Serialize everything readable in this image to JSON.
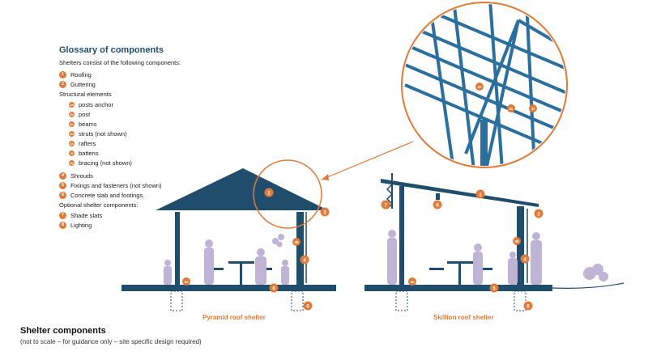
{
  "glossary": {
    "title": "Glossary of components",
    "intro": "Shelters consist of the following components:",
    "items_top": [
      {
        "num": "1",
        "label": "Roofing"
      },
      {
        "num": "2",
        "label": "Guttering"
      }
    ],
    "structural_heading": "Structural elements",
    "structural": [
      {
        "num": "3a",
        "label": "posts anchor"
      },
      {
        "num": "3b",
        "label": "post"
      },
      {
        "num": "3c",
        "label": "beams"
      },
      {
        "num": "3d",
        "label": "struts (not shown)"
      },
      {
        "num": "3e",
        "label": "rafters"
      },
      {
        "num": "3f",
        "label": "battens"
      },
      {
        "num": "3g",
        "label": "bracing (not shown)"
      }
    ],
    "items_mid": [
      {
        "num": "4",
        "label": "Shrouds"
      },
      {
        "num": "5",
        "label": "Fixings and fasteners (not shown)"
      },
      {
        "num": "6",
        "label": "Concrete slab and footings."
      }
    ],
    "optional_heading": "Optional shelter components:",
    "optional": [
      {
        "num": "7",
        "label": "Shade slats"
      },
      {
        "num": "8",
        "label": "Lighting"
      }
    ]
  },
  "captions": {
    "pyramid": "Pyramid roof shelter",
    "skillion": "Skillion roof shelter"
  },
  "callouts": {
    "pyramid": [
      "1",
      "2",
      "3b",
      "4",
      "3a",
      "6",
      "6"
    ],
    "skillion": [
      "1",
      "2",
      "7",
      "8",
      "3b",
      "4",
      "3a",
      "5",
      "6"
    ],
    "zoom": [
      "3e",
      "3c",
      "3f"
    ]
  },
  "footer": {
    "title": "Shelter components",
    "subtitle": "(not to scale – for guidance only – site specific design required)"
  },
  "colors": {
    "structure": "#1f4d6b",
    "zoom_frame": "#2a6f9e",
    "accent": "#e07b39",
    "people": "#bfb3d6"
  }
}
